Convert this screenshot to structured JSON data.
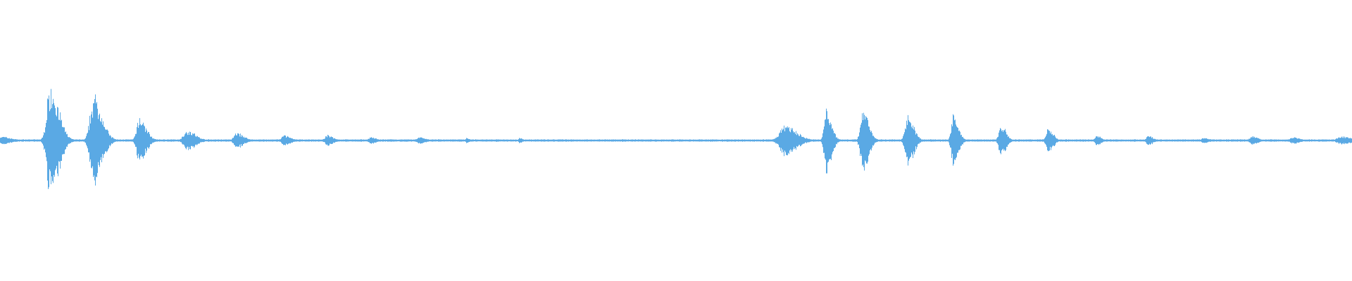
{
  "waveform": {
    "color": "#5aa9e4",
    "background": "#ffffff",
    "baseline_amplitude": 0.006,
    "bursts": [
      {
        "t": 0.0,
        "width": 0.012,
        "amp": 0.03
      },
      {
        "t": 0.037,
        "width": 0.01,
        "amp": 0.45
      },
      {
        "t": 0.069,
        "width": 0.01,
        "amp": 0.36
      },
      {
        "t": 0.103,
        "width": 0.008,
        "amp": 0.18
      },
      {
        "t": 0.138,
        "width": 0.01,
        "amp": 0.08
      },
      {
        "t": 0.175,
        "width": 0.008,
        "amp": 0.06
      },
      {
        "t": 0.21,
        "width": 0.007,
        "amp": 0.04
      },
      {
        "t": 0.242,
        "width": 0.007,
        "amp": 0.04
      },
      {
        "t": 0.274,
        "width": 0.006,
        "amp": 0.025
      },
      {
        "t": 0.31,
        "width": 0.007,
        "amp": 0.025
      },
      {
        "t": 0.345,
        "width": 0.003,
        "amp": 0.02
      },
      {
        "t": 0.384,
        "width": 0.003,
        "amp": 0.02
      },
      {
        "t": 0.58,
        "width": 0.014,
        "amp": 0.12
      },
      {
        "t": 0.611,
        "width": 0.006,
        "amp": 0.28
      },
      {
        "t": 0.638,
        "width": 0.007,
        "amp": 0.26
      },
      {
        "t": 0.671,
        "width": 0.007,
        "amp": 0.22
      },
      {
        "t": 0.705,
        "width": 0.006,
        "amp": 0.22
      },
      {
        "t": 0.74,
        "width": 0.006,
        "amp": 0.12
      },
      {
        "t": 0.775,
        "width": 0.006,
        "amp": 0.09
      },
      {
        "t": 0.811,
        "width": 0.005,
        "amp": 0.04
      },
      {
        "t": 0.849,
        "width": 0.005,
        "amp": 0.04
      },
      {
        "t": 0.89,
        "width": 0.006,
        "amp": 0.02
      },
      {
        "t": 0.926,
        "width": 0.007,
        "amp": 0.03
      },
      {
        "t": 0.956,
        "width": 0.008,
        "amp": 0.025
      },
      {
        "t": 0.992,
        "width": 0.012,
        "amp": 0.03
      }
    ],
    "quiet_segment": {
      "start": 0.385,
      "end": 0.57,
      "amp": 0.005
    }
  }
}
